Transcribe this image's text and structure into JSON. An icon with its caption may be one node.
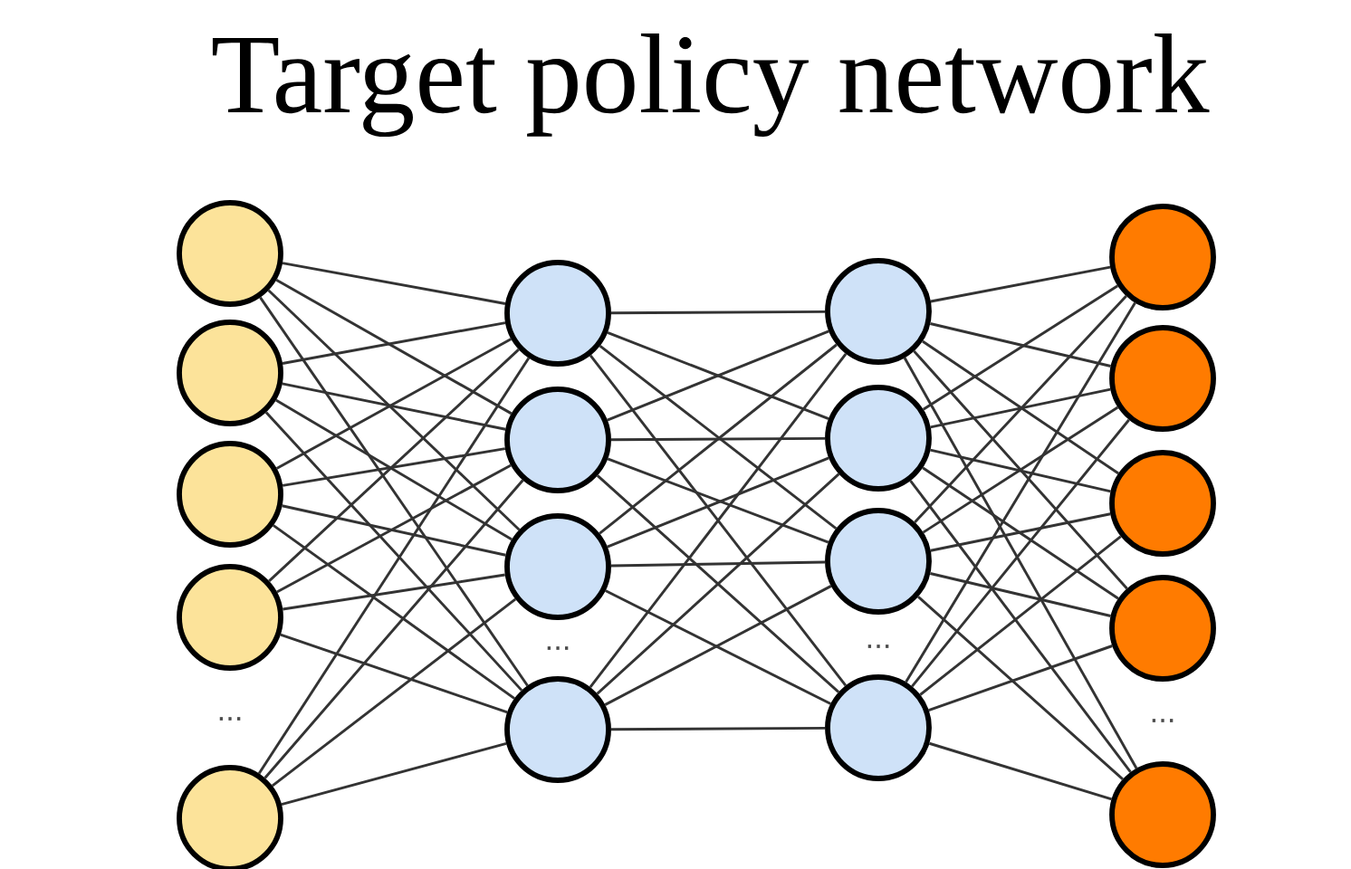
{
  "diagram": {
    "title": "Target policy network",
    "nodes": [
      {
        "text": [],
        "shape": "circle"
      },
      {
        "text": [],
        "shape": "circle"
      },
      {
        "text": [],
        "shape": "circle"
      },
      {
        "text": [],
        "shape": "circle"
      },
      {
        "text": [],
        "shape": "circle"
      },
      {
        "text": [],
        "shape": "circle"
      },
      {
        "text": [],
        "shape": "circle"
      },
      {
        "text": [],
        "shape": "circle"
      },
      {
        "text": [],
        "shape": "circle"
      },
      {
        "text": [],
        "shape": "circle"
      },
      {
        "text": [],
        "shape": "circle"
      },
      {
        "text": [],
        "shape": "circle"
      },
      {
        "text": [],
        "shape": "circle"
      },
      {
        "text": [],
        "shape": "circle"
      },
      {
        "text": [],
        "shape": "circle"
      },
      {
        "text": [],
        "shape": "circle"
      },
      {
        "text": [],
        "shape": "circle"
      },
      {
        "text": [],
        "shape": "circle"
      }
    ],
    "edges": [
      {
        "from": 0,
        "to": 5,
        "arrow": "none"
      },
      {
        "from": 0,
        "to": 6,
        "arrow": "none"
      },
      {
        "from": 0,
        "to": 7,
        "arrow": "none"
      },
      {
        "from": 0,
        "to": 8,
        "arrow": "none"
      },
      {
        "from": 1,
        "to": 5,
        "arrow": "none"
      },
      {
        "from": 1,
        "to": 6,
        "arrow": "none"
      },
      {
        "from": 1,
        "to": 7,
        "arrow": "none"
      },
      {
        "from": 1,
        "to": 8,
        "arrow": "none"
      },
      {
        "from": 2,
        "to": 5,
        "arrow": "none"
      },
      {
        "from": 2,
        "to": 6,
        "arrow": "none"
      },
      {
        "from": 2,
        "to": 7,
        "arrow": "none"
      },
      {
        "from": 2,
        "to": 8,
        "arrow": "none"
      },
      {
        "from": 3,
        "to": 5,
        "arrow": "none"
      },
      {
        "from": 3,
        "to": 6,
        "arrow": "none"
      },
      {
        "from": 3,
        "to": 7,
        "arrow": "none"
      },
      {
        "from": 3,
        "to": 8,
        "arrow": "none"
      },
      {
        "from": 4,
        "to": 5,
        "arrow": "none"
      },
      {
        "from": 4,
        "to": 6,
        "arrow": "none"
      },
      {
        "from": 4,
        "to": 7,
        "arrow": "none"
      },
      {
        "from": 4,
        "to": 8,
        "arrow": "none"
      },
      {
        "from": 5,
        "to": 9,
        "arrow": "none"
      },
      {
        "from": 5,
        "to": 10,
        "arrow": "none"
      },
      {
        "from": 5,
        "to": 11,
        "arrow": "none"
      },
      {
        "from": 5,
        "to": 12,
        "arrow": "none"
      },
      {
        "from": 6,
        "to": 9,
        "arrow": "none"
      },
      {
        "from": 6,
        "to": 10,
        "arrow": "none"
      },
      {
        "from": 6,
        "to": 11,
        "arrow": "none"
      },
      {
        "from": 6,
        "to": 12,
        "arrow": "none"
      },
      {
        "from": 7,
        "to": 9,
        "arrow": "none"
      },
      {
        "from": 7,
        "to": 10,
        "arrow": "none"
      },
      {
        "from": 7,
        "to": 11,
        "arrow": "none"
      },
      {
        "from": 7,
        "to": 12,
        "arrow": "none"
      },
      {
        "from": 8,
        "to": 9,
        "arrow": "none"
      },
      {
        "from": 8,
        "to": 10,
        "arrow": "none"
      },
      {
        "from": 8,
        "to": 11,
        "arrow": "none"
      },
      {
        "from": 8,
        "to": 12,
        "arrow": "none"
      },
      {
        "from": 9,
        "to": 13,
        "arrow": "none"
      },
      {
        "from": 9,
        "to": 14,
        "arrow": "none"
      },
      {
        "from": 9,
        "to": 15,
        "arrow": "none"
      },
      {
        "from": 9,
        "to": 16,
        "arrow": "none"
      },
      {
        "from": 9,
        "to": 17,
        "arrow": "none"
      },
      {
        "from": 10,
        "to": 13,
        "arrow": "none"
      },
      {
        "from": 10,
        "to": 14,
        "arrow": "none"
      },
      {
        "from": 10,
        "to": 15,
        "arrow": "none"
      },
      {
        "from": 10,
        "to": 16,
        "arrow": "none"
      },
      {
        "from": 10,
        "to": 17,
        "arrow": "none"
      },
      {
        "from": 11,
        "to": 13,
        "arrow": "none"
      },
      {
        "from": 11,
        "to": 14,
        "arrow": "none"
      },
      {
        "from": 11,
        "to": 15,
        "arrow": "none"
      },
      {
        "from": 11,
        "to": 16,
        "arrow": "none"
      },
      {
        "from": 11,
        "to": 17,
        "arrow": "none"
      },
      {
        "from": 12,
        "to": 13,
        "arrow": "none"
      },
      {
        "from": 12,
        "to": 14,
        "arrow": "none"
      },
      {
        "from": 12,
        "to": 15,
        "arrow": "none"
      },
      {
        "from": 12,
        "to": 16,
        "arrow": "none"
      },
      {
        "from": 12,
        "to": 17,
        "arrow": "none"
      }
    ],
    "labels": [
      "...",
      "...",
      "...",
      "..."
    ]
  }
}
